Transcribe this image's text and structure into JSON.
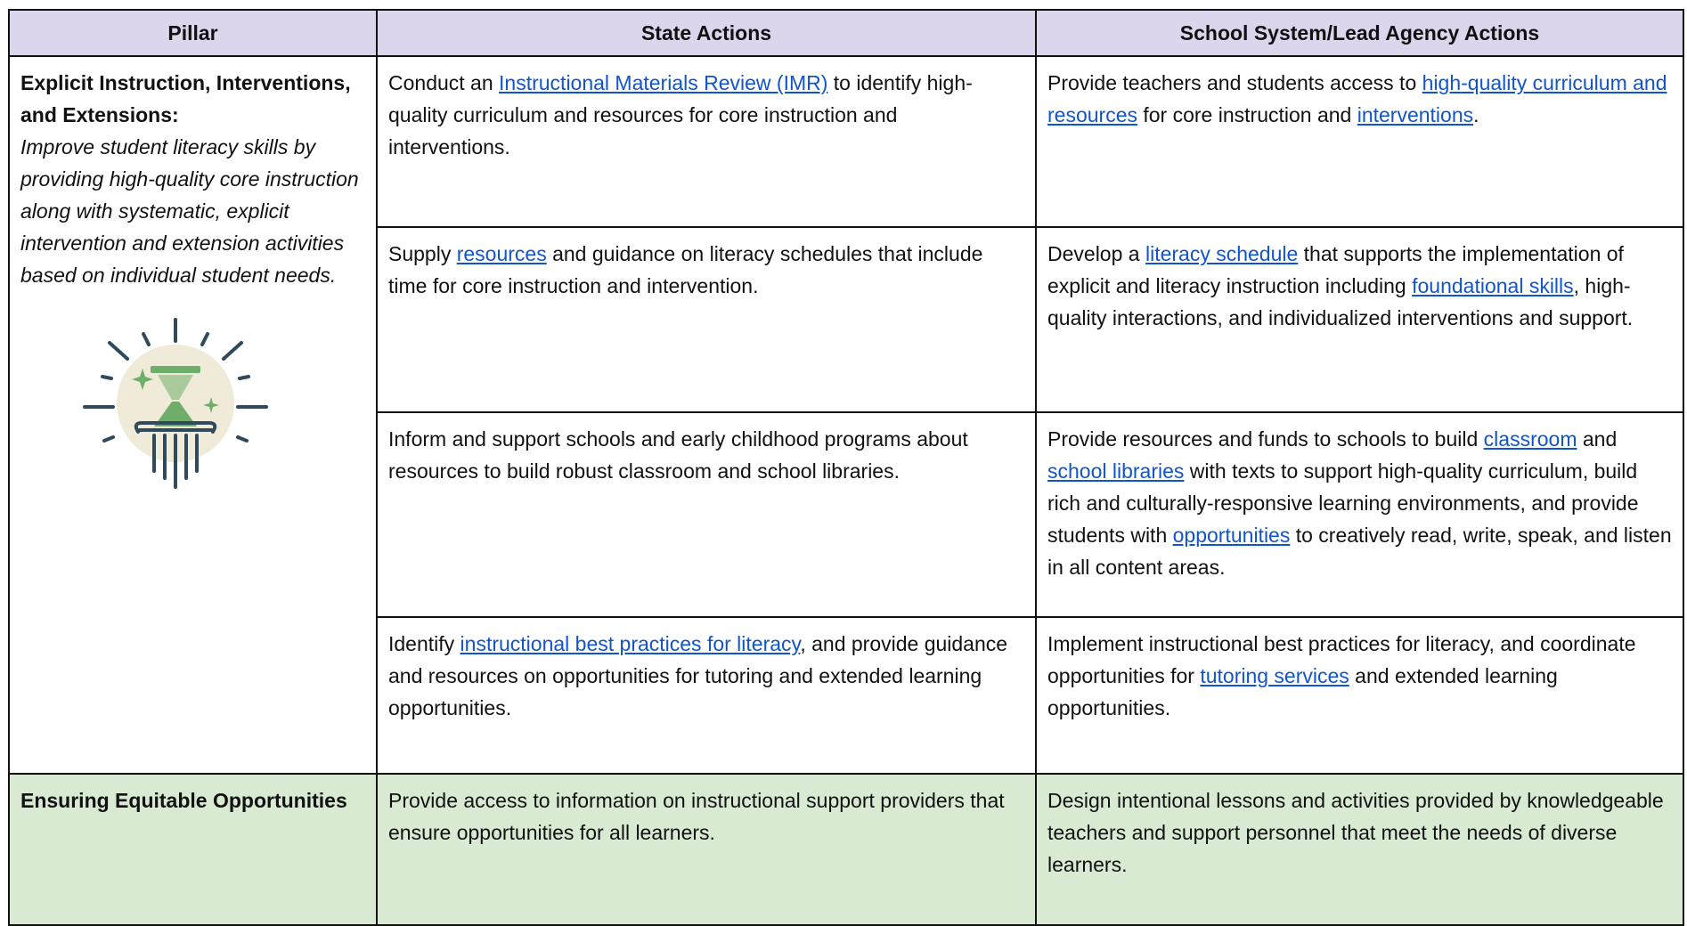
{
  "headers": [
    "Pillar",
    "State Actions",
    "School System/Lead Agency Actions"
  ],
  "colors": {
    "header_bg": "#dcd6ec",
    "equitable_bg": "#d9ead3",
    "link": "#1155cc"
  },
  "pillar1": {
    "title": "Explicit Instruction, Interventions, and Extensions:",
    "description": "Improve student literacy skills by providing high-quality core instruction along with systematic, explicit intervention and extension activities based on individual student needs.",
    "icon": "hourglass-pillar-icon"
  },
  "rows": [
    {
      "state": {
        "pre": "Conduct an ",
        "link": "Instructional Materials Review (IMR)",
        "post": " to identify high-quality curriculum and resources for core instruction and interventions."
      },
      "school": {
        "pre": "Provide teachers and students access to ",
        "link1": "high-quality curriculum and resources",
        "mid": " for core instruction and ",
        "link2": "interventions",
        "post": "."
      }
    },
    {
      "state": {
        "pre": "Supply ",
        "link": "resources",
        "post": " and guidance on literacy schedules that include time for core instruction and intervention."
      },
      "school": {
        "pre": "Develop a ",
        "link1": "literacy schedule",
        "mid": " that supports the implementation of explicit and literacy instruction including ",
        "link2": "foundational skills",
        "post": ", high-quality interactions, and individualized interventions and support."
      }
    },
    {
      "state": {
        "text": "Inform and support schools and early childhood programs about resources to build robust classroom and school libraries."
      },
      "school": {
        "pre": "Provide resources and funds to schools to build ",
        "link1": "classroom",
        "mid1": " and ",
        "link2": "school libraries",
        "mid2": " with texts to support high-quality curriculum, build rich and culturally-responsive learning environments, and provide students with ",
        "link3": "opportunities",
        "post": " to creatively read, write, speak, and listen in all content areas."
      }
    },
    {
      "state": {
        "pre": "Identify ",
        "link": "instructional best practices for literacy",
        "post": ", and provide guidance and resources on opportunities for tutoring and extended learning opportunities."
      },
      "school": {
        "pre": "Implement instructional best practices for literacy, and coordinate opportunities for ",
        "link": "tutoring services",
        "post": " and extended learning opportunities."
      }
    }
  ],
  "pillar2": {
    "title": "Ensuring Equitable Opportunities",
    "state": "Provide access to information on instructional support providers that ensure opportunities for all learners.",
    "school": "Design intentional lessons and activities provided by knowledgeable teachers and support personnel that meet the needs of diverse learners."
  }
}
